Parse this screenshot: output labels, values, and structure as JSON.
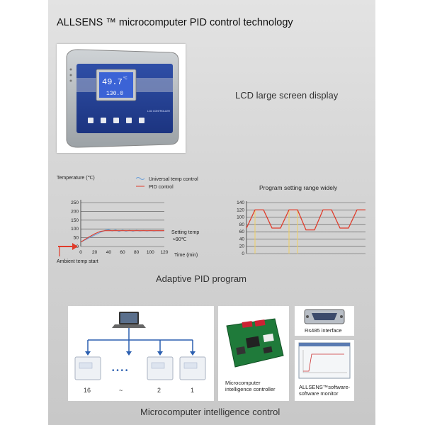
{
  "header": {
    "title": "ALLSENS ™ microcomputer PID control technology"
  },
  "lcd": {
    "caption": "LCD large screen display",
    "reading_main": "49.7",
    "reading_unit": "°C",
    "reading_set": "130.0",
    "controller_label": "LCD CONTROLLER"
  },
  "pid": {
    "caption": "Adaptive PID program",
    "left_chart": {
      "ylabel": "Temperature (℃)",
      "legend": [
        "Universal temp control",
        "PID control"
      ],
      "setting_label": "Setting temp",
      "setting_value": "≈90℃",
      "ambient_label": "Ambient temp start",
      "xlabel": "Time (min)"
    },
    "right_chart": {
      "title": "Program setting range widely"
    }
  },
  "micro": {
    "caption": "Microcomputer intelligence control",
    "unit_labels": [
      "16",
      "~",
      "2",
      "1"
    ],
    "dots": "• • • •",
    "controller_caption": "Microcomputer intelligence controller",
    "rs485_caption": "Rs485 interface",
    "software_caption": "ALLSENS™software-software monitor"
  },
  "chart_data": [
    {
      "type": "line",
      "title": "",
      "xlabel": "Time (min)",
      "ylabel": "Temperature (℃)",
      "x_ticks": [
        0,
        20,
        40,
        60,
        80,
        100,
        120
      ],
      "y_ticks": [
        0,
        50,
        100,
        150,
        200,
        250
      ],
      "xlim": [
        0,
        120
      ],
      "ylim": [
        0,
        250
      ],
      "grid": true,
      "series": [
        {
          "name": "Universal temp control",
          "color": "#6a9fd8",
          "x": [
            0,
            10,
            20,
            28,
            35,
            40,
            45,
            50,
            55,
            60,
            65,
            70,
            75,
            80,
            85,
            90,
            95,
            100,
            105,
            110,
            115,
            120
          ],
          "y": [
            25,
            45,
            65,
            80,
            92,
            96,
            88,
            94,
            86,
            93,
            87,
            92,
            87,
            92,
            88,
            91,
            88,
            91,
            88,
            90,
            89,
            90
          ]
        },
        {
          "name": "PID control",
          "color": "#e03b2a",
          "x": [
            0,
            10,
            20,
            28,
            35,
            120
          ],
          "y": [
            25,
            50,
            72,
            86,
            90,
            90
          ]
        }
      ]
    },
    {
      "type": "line",
      "title": "Program setting range widely",
      "y_ticks": [
        0,
        20,
        40,
        60,
        80,
        100,
        120,
        140
      ],
      "ylim": [
        0,
        140
      ],
      "grid": true,
      "series": [
        {
          "name": "",
          "color": "#e03b2a",
          "x": [
            0,
            1,
            2,
            3,
            4,
            5,
            6,
            7,
            8,
            9,
            10,
            11,
            12,
            13,
            14
          ],
          "y": [
            70,
            120,
            120,
            70,
            70,
            120,
            120,
            65,
            65,
            120,
            120,
            70,
            70,
            120,
            120
          ]
        }
      ]
    }
  ]
}
